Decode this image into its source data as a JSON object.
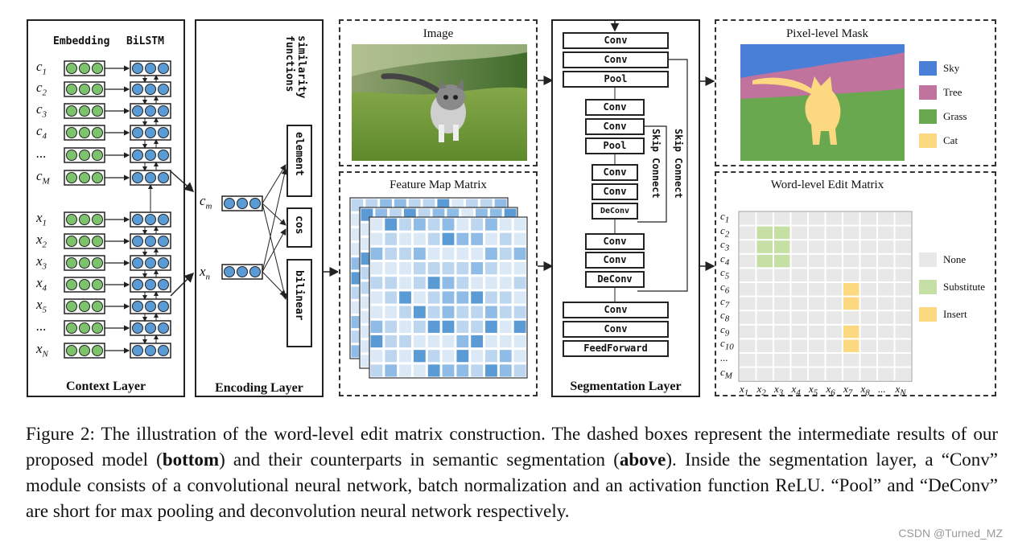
{
  "context_layer": {
    "title": "Context Layer",
    "embedding_label": "Embedding",
    "bilstm_label": "BiLSTM",
    "c_rows": [
      {
        "base": "c",
        "sub": "1"
      },
      {
        "base": "c",
        "sub": "2"
      },
      {
        "base": "c",
        "sub": "3"
      },
      {
        "base": "c",
        "sub": "4"
      },
      {
        "base": "...",
        "sub": ""
      },
      {
        "base": "c",
        "sub": "M"
      }
    ],
    "x_rows": [
      {
        "base": "x",
        "sub": "1"
      },
      {
        "base": "x",
        "sub": "2"
      },
      {
        "base": "x",
        "sub": "3"
      },
      {
        "base": "x",
        "sub": "4"
      },
      {
        "base": "x",
        "sub": "5"
      },
      {
        "base": "...",
        "sub": ""
      },
      {
        "base": "x",
        "sub": "N"
      }
    ]
  },
  "encoding_layer": {
    "title": "Encoding Layer",
    "similarity_label": "similarity functions",
    "cm": {
      "base": "c",
      "sub": "m"
    },
    "xn": {
      "base": "x",
      "sub": "n"
    },
    "functions": [
      "element",
      "cos",
      "bilinear"
    ]
  },
  "image_panel": {
    "title": "Image"
  },
  "feature_panel": {
    "title": "Feature Map Matrix"
  },
  "segmentation_layer": {
    "title": "Segmentation Layer",
    "modules": [
      "Conv",
      "Conv",
      "Pool",
      "Conv",
      "Conv",
      "Pool",
      "Conv",
      "Conv",
      "DeConv",
      "Conv",
      "Conv",
      "DeConv",
      "Conv",
      "Conv",
      "FeedForward"
    ],
    "skip_label_1": "Skip Connect",
    "skip_label_2": "Skip Connect"
  },
  "mask_panel": {
    "title": "Pixel-level Mask",
    "legend": [
      {
        "label": "Sky",
        "color": "#4a7fd8"
      },
      {
        "label": "Tree",
        "color": "#c0739c"
      },
      {
        "label": "Grass",
        "color": "#6aa84f"
      },
      {
        "label": "Cat",
        "color": "#fcd981"
      }
    ]
  },
  "edit_panel": {
    "title": "Word-level Edit Matrix",
    "rows": [
      {
        "base": "c",
        "sub": "1"
      },
      {
        "base": "c",
        "sub": "2"
      },
      {
        "base": "c",
        "sub": "3"
      },
      {
        "base": "c",
        "sub": "4"
      },
      {
        "base": "c",
        "sub": "5"
      },
      {
        "base": "c",
        "sub": "6"
      },
      {
        "base": "c",
        "sub": "7"
      },
      {
        "base": "c",
        "sub": "8"
      },
      {
        "base": "c",
        "sub": "9"
      },
      {
        "base": "c",
        "sub": "10"
      },
      {
        "base": "...",
        "sub": ""
      },
      {
        "base": "c",
        "sub": "M"
      }
    ],
    "cols": [
      {
        "base": "x",
        "sub": "1"
      },
      {
        "base": "x",
        "sub": "2"
      },
      {
        "base": "x",
        "sub": "3"
      },
      {
        "base": "x",
        "sub": "4"
      },
      {
        "base": "x",
        "sub": "5"
      },
      {
        "base": "x",
        "sub": "6"
      },
      {
        "base": "x",
        "sub": "7"
      },
      {
        "base": "x",
        "sub": "8"
      },
      {
        "base": "...",
        "sub": ""
      },
      {
        "base": "x",
        "sub": "N"
      }
    ],
    "legend": [
      {
        "label": "None",
        "color": "#e8e8e8"
      },
      {
        "label": "Substitute",
        "color": "#c5dfa5"
      },
      {
        "label": "Insert",
        "color": "#fcd981"
      }
    ]
  },
  "caption": {
    "prefix": "Figure 2: The illustration of the word-level edit matrix construction. The dashed boxes represent the intermediate results of our proposed model (",
    "bold1": "bottom",
    "middle": ") and their counterparts in semantic segmentation (",
    "bold2": "above",
    "suffix": ").  Inside the segmentation layer, a “Conv” module consists of a convolutional neural network, batch normalization and an activation function ReLU. “Pool” and “DeConv” are short for max pooling and deconvolution neural network respectively."
  },
  "watermark": "CSDN @Turned_MZ"
}
